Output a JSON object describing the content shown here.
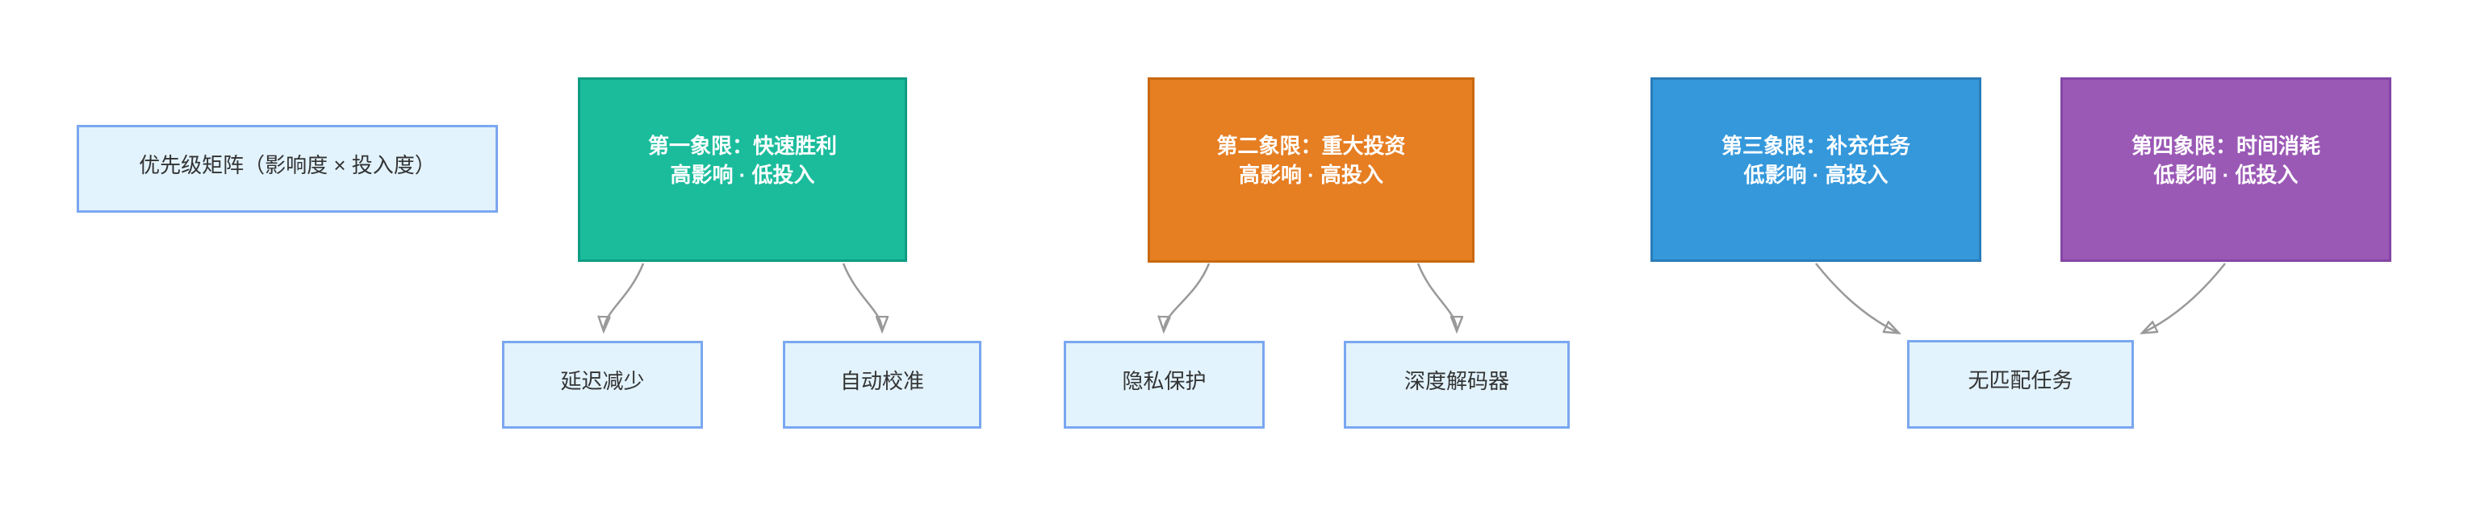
{
  "page": {
    "background": "#ffffff"
  },
  "diagram": {
    "title_node": {
      "label": "优先级矩阵（影响度 × 投入度）",
      "fill": "#e2f3fd",
      "border": "#7aa7f0",
      "text_color": "#333333"
    },
    "quadrants": [
      {
        "name": "quadrant-1",
        "line1": "第一象限：快速胜利",
        "line2": "高影响 · 低投入",
        "fill": "#1abc9c",
        "border": "#0f9c83",
        "text_color": "#ffffff"
      },
      {
        "name": "quadrant-2",
        "line1": "第二象限：重大投资",
        "line2": "高影响 · 高投入",
        "fill": "#e67e22",
        "border": "#c9690f",
        "text_color": "#ffffff"
      },
      {
        "name": "quadrant-3",
        "line1": "第三象限：补充任务",
        "line2": "低影响 · 高投入",
        "fill": "#3498db",
        "border": "#2b7cb9",
        "text_color": "#ffffff"
      },
      {
        "name": "quadrant-4",
        "line1": "第四象限：时间消耗",
        "line2": "低影响 · 低投入",
        "fill": "#9b59b6",
        "border": "#8446a6",
        "text_color": "#ffffff"
      }
    ],
    "tasks": [
      {
        "name": "task-latency-reduction",
        "label": "延迟减少"
      },
      {
        "name": "task-auto-calibration",
        "label": "自动校准"
      },
      {
        "name": "task-privacy-protection",
        "label": "隐私保护"
      },
      {
        "name": "task-deep-decoder",
        "label": "深度解码器"
      },
      {
        "name": "task-unmatched",
        "label": "无匹配任务"
      }
    ],
    "task_style": {
      "fill": "#e2f3fd",
      "border": "#7aa7f0",
      "text_color": "#333333"
    },
    "edges": [
      {
        "from": "第一象限：快速胜利",
        "to": "延迟减少"
      },
      {
        "from": "第一象限：快速胜利",
        "to": "自动校准"
      },
      {
        "from": "第二象限：重大投资",
        "to": "隐私保护"
      },
      {
        "from": "第二象限：重大投资",
        "to": "深度解码器"
      },
      {
        "from": "第三象限：补充任务",
        "to": "无匹配任务"
      },
      {
        "from": "第四象限：时间消耗",
        "to": "无匹配任务"
      }
    ],
    "edge_color": "#999999"
  }
}
